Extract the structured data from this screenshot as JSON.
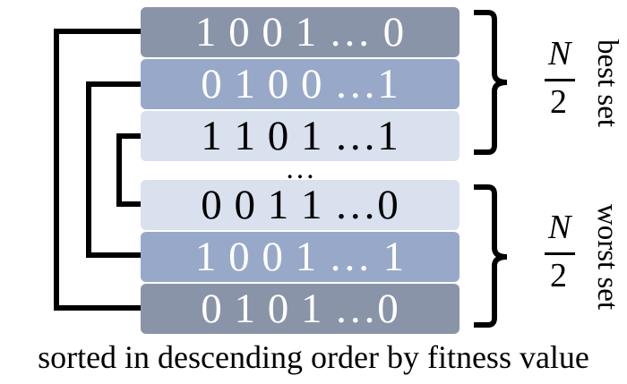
{
  "rows": [
    {
      "bits": "1 0 0 1 … 0",
      "bg": "#8a94a8",
      "fg": "#ffffff"
    },
    {
      "bits": "0 1 0 0 …1",
      "bg": "#98a8c8",
      "fg": "#ffffff"
    },
    {
      "bits": "1 1 0 1 …1",
      "bg": "#d9e0ee",
      "fg": "#000000"
    },
    {
      "bits": "0 0 1 1 …0",
      "bg": "#d9e0ee",
      "fg": "#000000"
    },
    {
      "bits": "1 0 0 1 … 1",
      "bg": "#98a8c8",
      "fg": "#ffffff"
    },
    {
      "bits": "0 1 0 1 …0",
      "bg": "#8a94a8",
      "fg": "#ffffff"
    }
  ],
  "ellipsis": "…",
  "best_set": {
    "numerator": "N",
    "denominator": "2",
    "label": "best set"
  },
  "worst_set": {
    "numerator": "N",
    "denominator": "2",
    "label": "worst set"
  },
  "caption": "sorted in descending order by fitness value"
}
